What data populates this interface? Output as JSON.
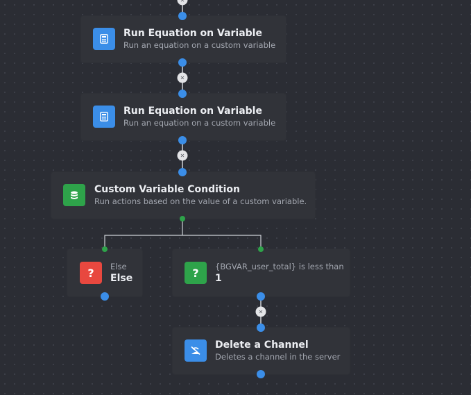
{
  "nodes": {
    "equation1": {
      "title": "Run Equation on Variable",
      "subtitle": "Run an equation on a custom variable",
      "icon": "calculator-icon",
      "color": "#3b8ee8"
    },
    "equation2": {
      "title": "Run Equation on Variable",
      "subtitle": "Run an equation on a custom variable",
      "icon": "calculator-icon",
      "color": "#3b8ee8"
    },
    "condition": {
      "title": "Custom Variable Condition",
      "subtitle": "Run actions based on the value of a custom variable.",
      "icon": "database-icon",
      "color": "#2ea34a"
    },
    "else_branch": {
      "label": "Else",
      "value": "Else",
      "icon": "question-icon",
      "icon_text": "?",
      "color": "#e8483f"
    },
    "true_branch": {
      "label": "{BGVAR_user_total} is less than",
      "value": "1",
      "icon": "question-icon",
      "icon_text": "?",
      "color": "#2ea34a"
    },
    "delete_channel": {
      "title": "Delete a Channel",
      "subtitle": "Deletes a channel in the server",
      "icon": "channel-off-icon",
      "color": "#3b8ee8"
    }
  },
  "link_delete_symbol": "×",
  "colors": {
    "background": "#2b2d34",
    "node": "#313339",
    "port": "#3b8ee8",
    "branch_port": "#2ea34a",
    "link": "#ced1d7"
  }
}
